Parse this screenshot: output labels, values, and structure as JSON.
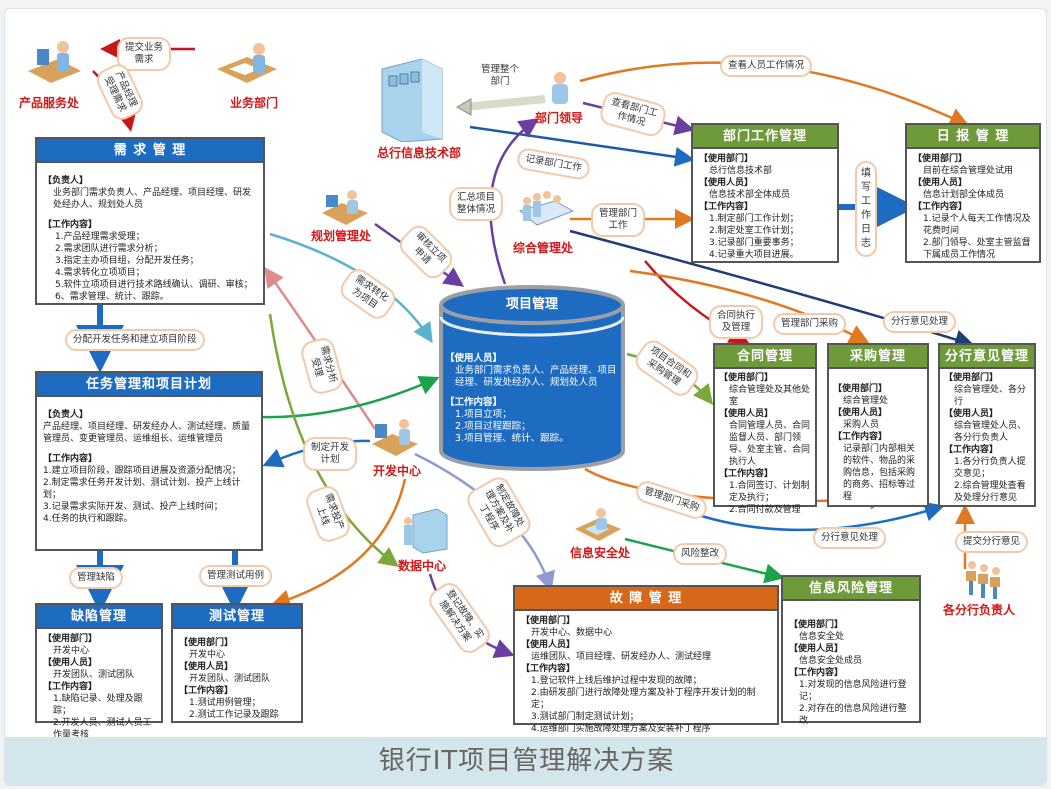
{
  "title": "银行IT项目管理解决方案",
  "actors": {
    "product_service": "产品服务处",
    "business_dept": "业务部门",
    "hq_it_dept": "总行信息技术部",
    "dept_leader": "部门领导",
    "planning_office": "规划管理处",
    "general_office": "综合管理处",
    "dev_center": "开发中心",
    "data_center": "数据中心",
    "info_security": "信息安全处",
    "branch_heads": "各分行负责人"
  },
  "bubbles": {
    "submit_req": "提交业务\n需求",
    "pm_accept": "产品经理\n受理需求",
    "manage_whole": "管理整个\n部门",
    "view_dept_work": "查看部门工\n作情况",
    "view_staff_work": "查看人员工作情况",
    "record_dept_work": "记录部门工作",
    "summarize": "汇总项目\n整体情况",
    "manage_dept_work": "管理部门\n工作",
    "fill_log": "填写工作日志",
    "review_approval": "审核立项\n申请",
    "req_to_project": "需求转化\n为项目",
    "req_analysis": "需求分析\n受理",
    "assign_tasks": "分配开发任务和建立项目阶段",
    "make_dev_plan": "制定开发\n计划",
    "req_release": "需求投产\n上线",
    "manage_defects": "管理缺陷",
    "manage_testcases": "管理测试用例",
    "contract_exec": "合同执行\n及管理",
    "dept_purchase_1": "管理部门采购",
    "branch_opinion_1": "分行意见处理",
    "proj_contract": "项目合同和\n采购管理",
    "dept_purchase_2": "管理部门采购",
    "branch_opinion_2": "分行意见处理",
    "submit_opinion": "提交分行意见",
    "risk_fix": "风险整改",
    "fault_plan": "制定故障处\n理方案及补\n丁程序",
    "register_fault": "登记故障、实\n施解决方案"
  },
  "boxes": {
    "req_mgmt": {
      "title": "需 求 管 理",
      "s1": "【负责人】",
      "s1_text": "业务部门需求负责人、产品经理、项目经理、研发处经办人、规划处人员",
      "s2": "【工作内容】",
      "items": [
        "1.产品经理需求受理；",
        "2.需求团队进行需求分析；",
        "3.指定主办项目组，分配开发任务；",
        "4.需求转化立项项目；",
        "5.软件立项项目进行技术路线确认、调研、审核；",
        "6、需求管理、统计、跟踪。"
      ]
    },
    "task_mgmt": {
      "title": "任务管理和项目计划",
      "s1": "【负责人】",
      "s1_text": "产品经理、项目经理、研发经办人、测试经理、质量管理员、变更管理员、运维组长、运维管理员",
      "s2": "【工作内容】",
      "items": [
        "1.建立项目阶段，跟踪项目进展及资源分配情况；",
        "2.制定需求任务开发计划、测试计划、投产上线计划；",
        "3.记录需求实际开发、测试、投产上线时间；",
        "4.任务的执行和跟踪。"
      ]
    },
    "defect_mgmt": {
      "title": "缺陷管理",
      "s1": "【使用部门】",
      "s1_text": "开发中心",
      "s2": "【使用人员】",
      "s2_text": "开发团队、测试团队",
      "s3": "【工作内容】",
      "items": [
        "1.缺陷记录、处理及跟踪；",
        "2.开发人员、测试人员工作量考核"
      ]
    },
    "test_mgmt": {
      "title": "测试管理",
      "s1": "【使用部门】",
      "s1_text": "开发中心",
      "s2": "【使用人员】",
      "s2_text": "开发团队、测试团队",
      "s3": "【工作内容】",
      "items": [
        "1.测试用例管理；",
        "2.测试工作记录及跟踪"
      ]
    },
    "project_mgmt": {
      "title": "项目管理",
      "s1": "【使用人员】",
      "s1_text": "业务部门需求负责人、产品经理、项目经理、研发处经办人、规划处人员",
      "s2": "【工作内容】",
      "items": [
        "1.项目立项；",
        "2.项目过程跟踪；",
        "3.项目管理、统计、跟踪。"
      ]
    },
    "dept_work": {
      "title": "部门工作管理",
      "s1": "【使用部门】",
      "s1_text": "总行信息技术部",
      "s2": "【使用人员】",
      "s2_text": "信息技术部全体成员",
      "s3": "【工作内容】",
      "items": [
        "1.制定部门工作计划；",
        "2.制定处室工作计划；",
        "3.记录部门重要事务；",
        "4.记录重大项目进展。"
      ]
    },
    "daily_report": {
      "title": "日 报 管 理",
      "s1": "【使用部门】",
      "s1_text": "目前在综合管理处试用",
      "s2": "【使用人员】",
      "s2_text": "信息计划部全体成员",
      "s3": "【工作内容】",
      "items": [
        "1.记录个人每天工作情况及花费时间",
        "2.部门领导、处室主管监督下属成员工作情况"
      ]
    },
    "contract_mgmt": {
      "title": "合同管理",
      "s1": "【使用部门】",
      "s1_text": "综合管理处及其他处室",
      "s2": "【使用人员】",
      "s2_text": "合同管理人员、合同监督人员、部门领导、处室主管、合同执行人",
      "s3": "【工作内容】",
      "items": [
        "1.合同签订、计划制定及执行；",
        "2.合同付款及管理"
      ]
    },
    "purchase_mgmt": {
      "title": "采购管理",
      "s1": "【使用部门】",
      "s1_text": "综合管理处",
      "s2": "【使用人员】",
      "s2_text": "采购人员",
      "s3": "【工作内容】",
      "items": [
        "记录部门内部相关的软件、物品的采购信息，包括采购的商务、招标等过程"
      ]
    },
    "branch_opinion": {
      "title": "分行意见管理",
      "s1": "【使用部门】",
      "s1_text": "综合管理处、各分行",
      "s2": "【使用人员】",
      "s2_text": "综合管理处人员、各分行负责人",
      "s3": "【工作内容】",
      "items": [
        "1.各分行负责人提交意见；",
        "2.综合管理处查看及处理分行意见"
      ]
    },
    "fault_mgmt": {
      "title": "故 障 管 理",
      "s1": "【使用部门】",
      "s1_text": "开发中心、数据中心",
      "s2": "【使用人员】",
      "s2_text": "运维团队、项目经理、研发经办人、测试经理",
      "s3": "【工作内容】",
      "items": [
        "1.登记软件上线后维护过程中发现的故障；",
        "2.由研发部门进行故障处理方案及补丁程序开发计划的制定；",
        "3.测试部门制定测试计划；",
        "4.运维部门实施故障处理方案及安装补丁程序"
      ]
    },
    "info_risk": {
      "title": "信息风险管理",
      "s1": "【使用部门】",
      "s1_text": "信息安全处",
      "s2": "【使用人员】",
      "s2_text": "信息安全处成员",
      "s3": "【工作内容】",
      "items": [
        "1.对发现的信息风险进行登记；",
        "2.对存在的信息风险进行整改"
      ]
    }
  },
  "colors": {
    "blue_header": "#1e6cc2",
    "green_header": "#6e9a3a",
    "orange_header": "#d7681a",
    "actor_red": "#d01919"
  }
}
